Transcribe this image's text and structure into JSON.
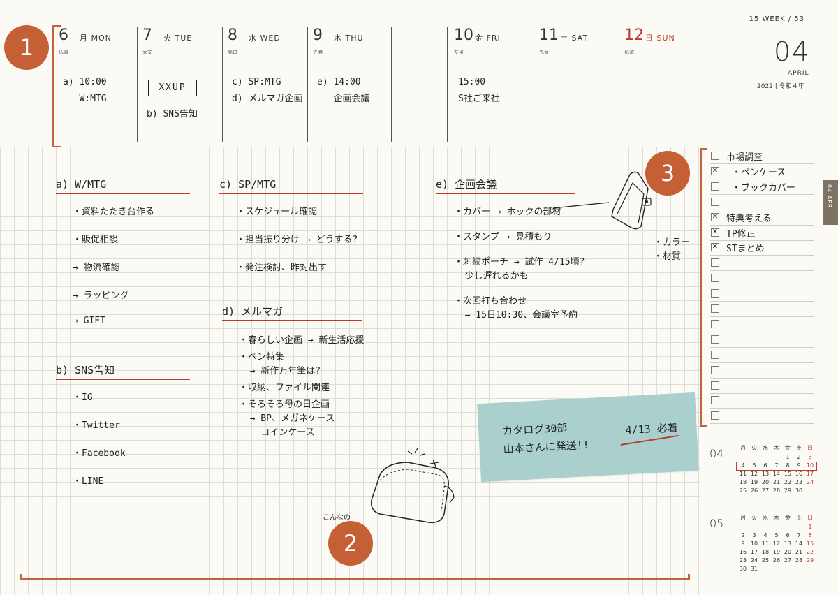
{
  "header": {
    "week": "15 WEEK / 53",
    "month_number": "04",
    "month_en": "APRIL",
    "year": "2022 | 令和４年",
    "days": [
      {
        "num": "6",
        "name": "月 MON",
        "rokuyo": "仏滅",
        "notes": "a) 10:00\n   W:MTG"
      },
      {
        "num": "7",
        "name": "火 TUE",
        "rokuyo": "大安",
        "box": "XXUP",
        "notes": "b) SNS告知"
      },
      {
        "num": "8",
        "name": "水 WED",
        "rokuyo": "赤口",
        "notes": "c) SP:MTG\nd) メルマガ企画"
      },
      {
        "num": "9",
        "name": "木 THU",
        "rokuyo": "先勝",
        "notes": "e) 14:00\n   企画会議"
      },
      {
        "num": "10",
        "name": "金 FRI",
        "rokuyo": "友引",
        "notes": "15:00\nS社ご来社"
      },
      {
        "num": "11",
        "name": "土 SAT",
        "rokuyo": "先負",
        "notes": ""
      },
      {
        "num": "12",
        "name": "日 SUN",
        "rokuyo": "仏滅",
        "notes": ""
      }
    ]
  },
  "badges": [
    "1",
    "2",
    "3"
  ],
  "sections": {
    "a": {
      "title": "a) W/MTG",
      "items": [
        "・資料たたき台作る",
        "・販促相談",
        "→ 物流確認",
        "→ ラッピング",
        "→ GIFT"
      ]
    },
    "b": {
      "title": "b) SNS告知",
      "items": [
        "・IG",
        "・Twitter",
        "・Facebook",
        "・LINE"
      ]
    },
    "c": {
      "title": "c) SP/MTG",
      "items": [
        "・スケジュール確認",
        "・担当振り分け → どうする?",
        "・発注検討、昨対出す"
      ]
    },
    "d": {
      "title": "d) メルマガ",
      "items": [
        "・春らしい企画 → 新生活応援",
        "・ペン特集",
        "  → 新作万年筆は?",
        "・収納、ファイル関連",
        "・そろそろ母の日企画",
        "  → BP、メガネケース",
        "    コインケース"
      ]
    },
    "e": {
      "title": "e) 企画会議",
      "items": [
        "・カバー → ホックの部材",
        "・スタンプ → 見積もり",
        "・刺繍ポーチ → 試作 4/15頃?",
        "  少し遅れるかも",
        "・次回打ち合わせ",
        "  → 15日10:30、会議室予約"
      ]
    }
  },
  "sketch_notes": {
    "pouch_label": "こんなの",
    "book_notes": [
      "・カラー",
      "・材質"
    ]
  },
  "sticky": {
    "line1": "カタログ30部",
    "line2": "山本さんに発送!!",
    "due": "4/13 必着"
  },
  "side_tab": "04 APR.",
  "todo": [
    {
      "text": "市場調査",
      "checked": false
    },
    {
      "text": " ・ペンケース",
      "checked": true
    },
    {
      "text": " ・ブックカバー",
      "checked": false
    },
    {
      "text": "",
      "checked": false
    },
    {
      "text": "特典考える",
      "checked": true
    },
    {
      "text": "TP修正",
      "checked": true
    },
    {
      "text": "STまとめ",
      "checked": true
    },
    {
      "text": "",
      "checked": false
    },
    {
      "text": "",
      "checked": false
    },
    {
      "text": "",
      "checked": false
    },
    {
      "text": "",
      "checked": false
    },
    {
      "text": "",
      "checked": false
    },
    {
      "text": "",
      "checked": false
    },
    {
      "text": "",
      "checked": false
    },
    {
      "text": "",
      "checked": false
    },
    {
      "text": "",
      "checked": false
    },
    {
      "text": "",
      "checked": false
    },
    {
      "text": "",
      "checked": false
    }
  ],
  "minical": [
    {
      "month": "04",
      "weekdays": [
        "月",
        "火",
        "水",
        "木",
        "金",
        "土",
        "日"
      ],
      "rows": [
        [
          "",
          "",
          "",
          "",
          "1",
          "2",
          "3"
        ],
        [
          "4",
          "5",
          "6",
          "7",
          "8",
          "9",
          "10"
        ],
        [
          "11",
          "12",
          "13",
          "14",
          "15",
          "16",
          "17"
        ],
        [
          "18",
          "19",
          "20",
          "21",
          "22",
          "23",
          "24"
        ],
        [
          "25",
          "26",
          "27",
          "28",
          "29",
          "30",
          ""
        ]
      ],
      "highlight_row": 1
    },
    {
      "month": "05",
      "weekdays": [
        "月",
        "火",
        "水",
        "木",
        "金",
        "土",
        "日"
      ],
      "rows": [
        [
          "",
          "",
          "",
          "",
          "",
          "",
          "1"
        ],
        [
          "2",
          "3",
          "4",
          "5",
          "6",
          "7",
          "8"
        ],
        [
          "9",
          "10",
          "11",
          "12",
          "13",
          "14",
          "15"
        ],
        [
          "16",
          "17",
          "18",
          "19",
          "20",
          "21",
          "22"
        ],
        [
          "23",
          "24",
          "25",
          "26",
          "27",
          "28",
          "29"
        ],
        [
          "30",
          "31",
          "",
          "",
          "",
          "",
          ""
        ]
      ],
      "highlight_row": -1
    }
  ],
  "colors": {
    "accent": "#c4623a",
    "red": "#c0392b",
    "sticky": "#a9d0cc",
    "paper": "#fbfaf4"
  }
}
